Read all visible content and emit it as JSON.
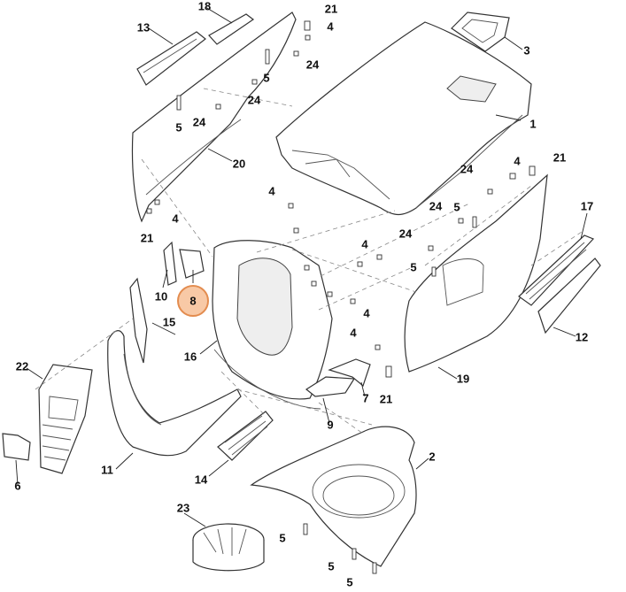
{
  "diagram": {
    "labels": [
      {
        "id": "lbl-1",
        "text": "1"
      },
      {
        "id": "lbl-2",
        "text": "2"
      },
      {
        "id": "lbl-3",
        "text": "3"
      },
      {
        "id": "lbl-4a",
        "text": "4"
      },
      {
        "id": "lbl-4b",
        "text": "4"
      },
      {
        "id": "lbl-4c",
        "text": "4"
      },
      {
        "id": "lbl-4d",
        "text": "4"
      },
      {
        "id": "lbl-4e",
        "text": "4"
      },
      {
        "id": "lbl-4f",
        "text": "4"
      },
      {
        "id": "lbl-4g",
        "text": "4"
      },
      {
        "id": "lbl-5a",
        "text": "5"
      },
      {
        "id": "lbl-5b",
        "text": "5"
      },
      {
        "id": "lbl-5c",
        "text": "5"
      },
      {
        "id": "lbl-5d",
        "text": "5"
      },
      {
        "id": "lbl-5e",
        "text": "5"
      },
      {
        "id": "lbl-5f",
        "text": "5"
      },
      {
        "id": "lbl-5g",
        "text": "5"
      },
      {
        "id": "lbl-6",
        "text": "6"
      },
      {
        "id": "lbl-7",
        "text": "7"
      },
      {
        "id": "lbl-8",
        "text": "8"
      },
      {
        "id": "lbl-9",
        "text": "9"
      },
      {
        "id": "lbl-10",
        "text": "10"
      },
      {
        "id": "lbl-11",
        "text": "11"
      },
      {
        "id": "lbl-12",
        "text": "12"
      },
      {
        "id": "lbl-13",
        "text": "13"
      },
      {
        "id": "lbl-14",
        "text": "14"
      },
      {
        "id": "lbl-15",
        "text": "15"
      },
      {
        "id": "lbl-16",
        "text": "16"
      },
      {
        "id": "lbl-17",
        "text": "17"
      },
      {
        "id": "lbl-18",
        "text": "18"
      },
      {
        "id": "lbl-19",
        "text": "19"
      },
      {
        "id": "lbl-20",
        "text": "20"
      },
      {
        "id": "lbl-21a",
        "text": "21"
      },
      {
        "id": "lbl-21b",
        "text": "21"
      },
      {
        "id": "lbl-21c",
        "text": "21"
      },
      {
        "id": "lbl-21d",
        "text": "21"
      },
      {
        "id": "lbl-22",
        "text": "22"
      },
      {
        "id": "lbl-23",
        "text": "23"
      },
      {
        "id": "lbl-24a",
        "text": "24"
      },
      {
        "id": "lbl-24b",
        "text": "24"
      },
      {
        "id": "lbl-24c",
        "text": "24"
      },
      {
        "id": "lbl-24d",
        "text": "24"
      },
      {
        "id": "lbl-24e",
        "text": "24"
      },
      {
        "id": "lbl-24f",
        "text": "24"
      }
    ],
    "highlighted": "8",
    "highlight_color": "#f8c9a6"
  }
}
